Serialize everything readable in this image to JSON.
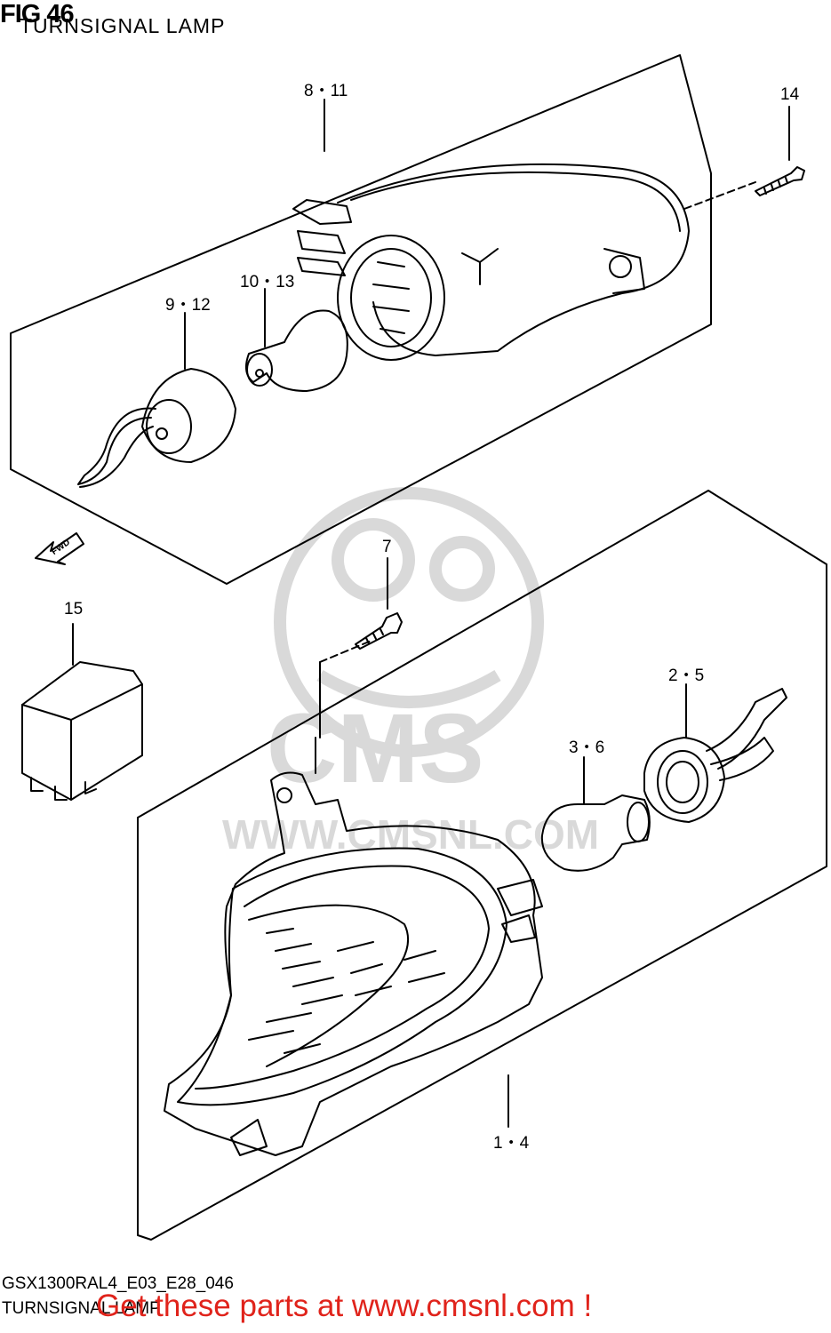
{
  "header": {
    "fig": "FIG 46",
    "subtitle": "TURNSIGNAL LAMP"
  },
  "callouts": {
    "c8_11": "8・11",
    "c14": "14",
    "c9_12": "9・12",
    "c10_13": "10・13",
    "c7": "7",
    "c15": "15",
    "c2_5": "2・5",
    "c3_6": "3・6",
    "c1_4": "1・4"
  },
  "fwd": "FWD",
  "watermark": {
    "brand": "CMS",
    "url": "WWW.CMSNL.COM"
  },
  "footer": {
    "code": "GSX1300RAL4_E03_E28_046",
    "caption": "TURNSIGNAL LAMP",
    "cta": "Get these parts at www.cmsnl.com !"
  },
  "colors": {
    "line": "#000000",
    "watermark": "#d9d9d9",
    "cta": "#e0231b"
  }
}
